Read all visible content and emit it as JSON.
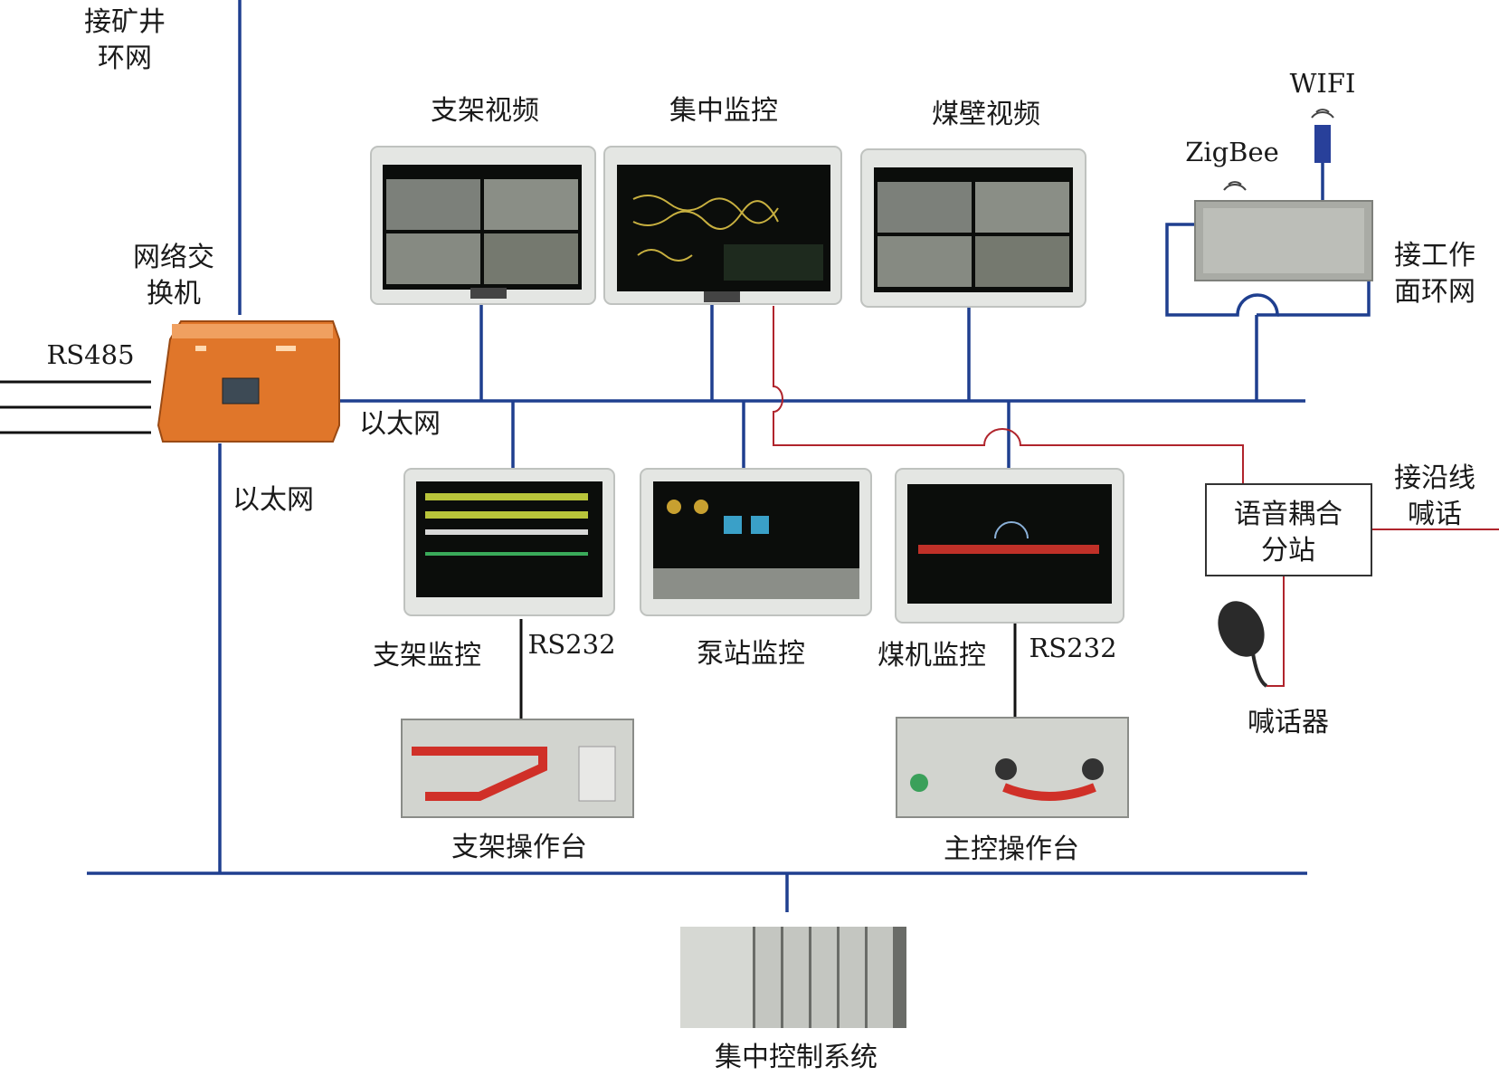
{
  "labels": {
    "mine_ring": [
      "接矿井",
      "环网"
    ],
    "switch": [
      "网络交",
      "换机"
    ],
    "rs485": "RS485",
    "ethernet_top": "以太网",
    "ethernet_left": "以太网",
    "support_video": "支架视频",
    "central_monitor": "集中监控",
    "coal_wall_video": "煤壁视频",
    "wifi": "WIFI",
    "zigbee": "ZigBee",
    "face_ring": [
      "接工作",
      "面环网"
    ],
    "support_monitor": "支架监控",
    "rs232_left": "RS232",
    "pump_monitor": "泵站监控",
    "shearer_monitor": "煤机监控",
    "rs232_right": "RS232",
    "voice_station": [
      "语音耦合",
      "分站"
    ],
    "line_phone": [
      "接沿线",
      "喊话"
    ],
    "speaker": "喊话器",
    "support_console": "支架操作台",
    "main_console": "主控操作台",
    "central_control": "集中控制系统"
  },
  "colors": {
    "ethernet": "#1f3f8f",
    "voice": "#b0242c",
    "serial": "#111111",
    "switch_body": "#e0762a"
  }
}
